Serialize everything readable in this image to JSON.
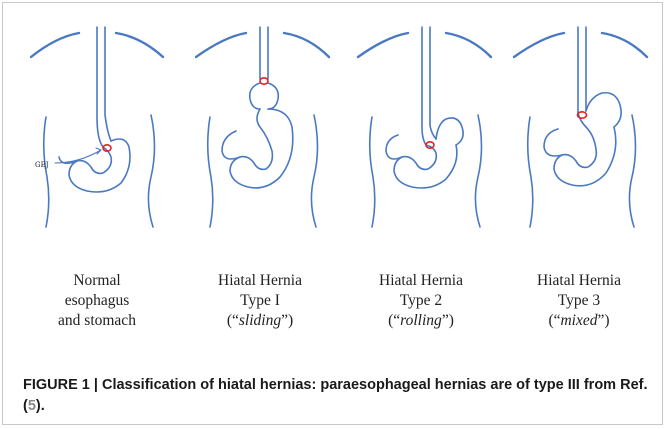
{
  "diagram": {
    "panels": [
      {
        "id": "normal",
        "caption": [
          "Normal",
          "esophagus",
          "and stomach"
        ],
        "annotation": "GEJ"
      },
      {
        "id": "type1",
        "caption": [
          "Hiatal Hernia",
          "Type I"
        ],
        "quote_open": "(“",
        "quote_term": "sliding",
        "quote_close": "”)"
      },
      {
        "id": "type2",
        "caption": [
          "Hiatal Hernia",
          "Type 2"
        ],
        "quote_open": "(“",
        "quote_term": "rolling",
        "quote_close": "”)"
      },
      {
        "id": "type3",
        "caption": [
          "Hiatal Hernia",
          "Type 3"
        ],
        "quote_open": "(“",
        "quote_term": "mixed",
        "quote_close": "”)"
      }
    ]
  },
  "figure_caption": {
    "text_before": "FIGURE 1 | Classification of hiatal hernias: paraesophageal hernias are of type III from Ref. (",
    "ref": "5",
    "text_after": ")."
  },
  "colors": {
    "outline": "#4a79c2",
    "gej_marker": "#e02525",
    "reference_link": "#888888"
  }
}
